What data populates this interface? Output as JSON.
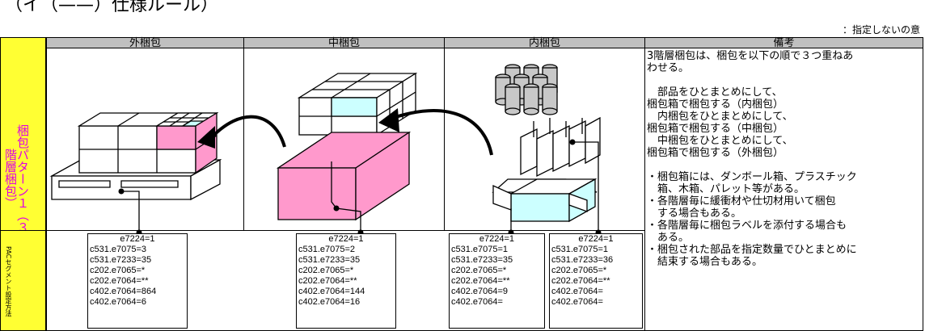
{
  "header": {
    "top_text": "（イ（——）仕様ルール）",
    "note": "：指定しないの意"
  },
  "columns": [
    "外梱包",
    "中梱包",
    "内梱包",
    "備考"
  ],
  "rows": {
    "pattern_label": "梱包パターン１（３階層梱包）",
    "segment_label": "PACセグメント設定方法"
  },
  "codes": {
    "outer": [
      "e7224=1",
      "c531.e7075=3",
      "c531.e7233=35",
      "c202.e7065=*",
      "c202.e7064=**",
      "c402.e7064=864",
      "c402.e7064=6"
    ],
    "middle": [
      "e7224=1",
      "c531.e7075=2",
      "c531.e7233=35",
      "c202.e7065=*",
      "c202.e7064=**",
      "c402.e7064=144",
      "c402.e7064=16"
    ],
    "inner_a": [
      "e7224=1",
      "c531.e7075=1",
      "c531.e7233=35",
      "c202.e7065=*",
      "c202.e7064=**",
      "c402.e7064=9",
      "c402.e7064="
    ],
    "inner_b": [
      "e7224=1",
      "c531.e7075=1",
      "c531.e7233=36",
      "c202.e7065=*",
      "c202.e7064=**",
      "c402.e7064=",
      "c402.e7064="
    ]
  },
  "notes": [
    "3階層梱包は、梱包を以下の順で３つ重ねあ",
    "わせる。",
    "",
    "　部品をひとまとめにして、",
    " 梱包箱で梱包する（内梱包）",
    "　内梱包をひとまとめにして、",
    " 梱包箱で梱包する（中梱包）",
    "　中梱包をひとまとめにして、",
    " 梱包箱で梱包する（外梱包）",
    "",
    "・梱包箱には、ダンボール箱、プラスチック",
    "　箱、木箱、パレット等がある。",
    "・各階層毎に緩衝材や仕切材用いて梱包",
    "　する場合もある。",
    "・各階層毎に梱包ラベルを添付する場合も",
    "　ある。",
    "・梱包された部品を指定数量でひとまとめに",
    "　結束する場合もある。"
  ],
  "colors": {
    "pink": "#ff99cc",
    "cyan": "#ccffff",
    "yellow": "#ffff33",
    "header_gray": "#c0c0c0",
    "magenta_text": "#e000e0"
  }
}
